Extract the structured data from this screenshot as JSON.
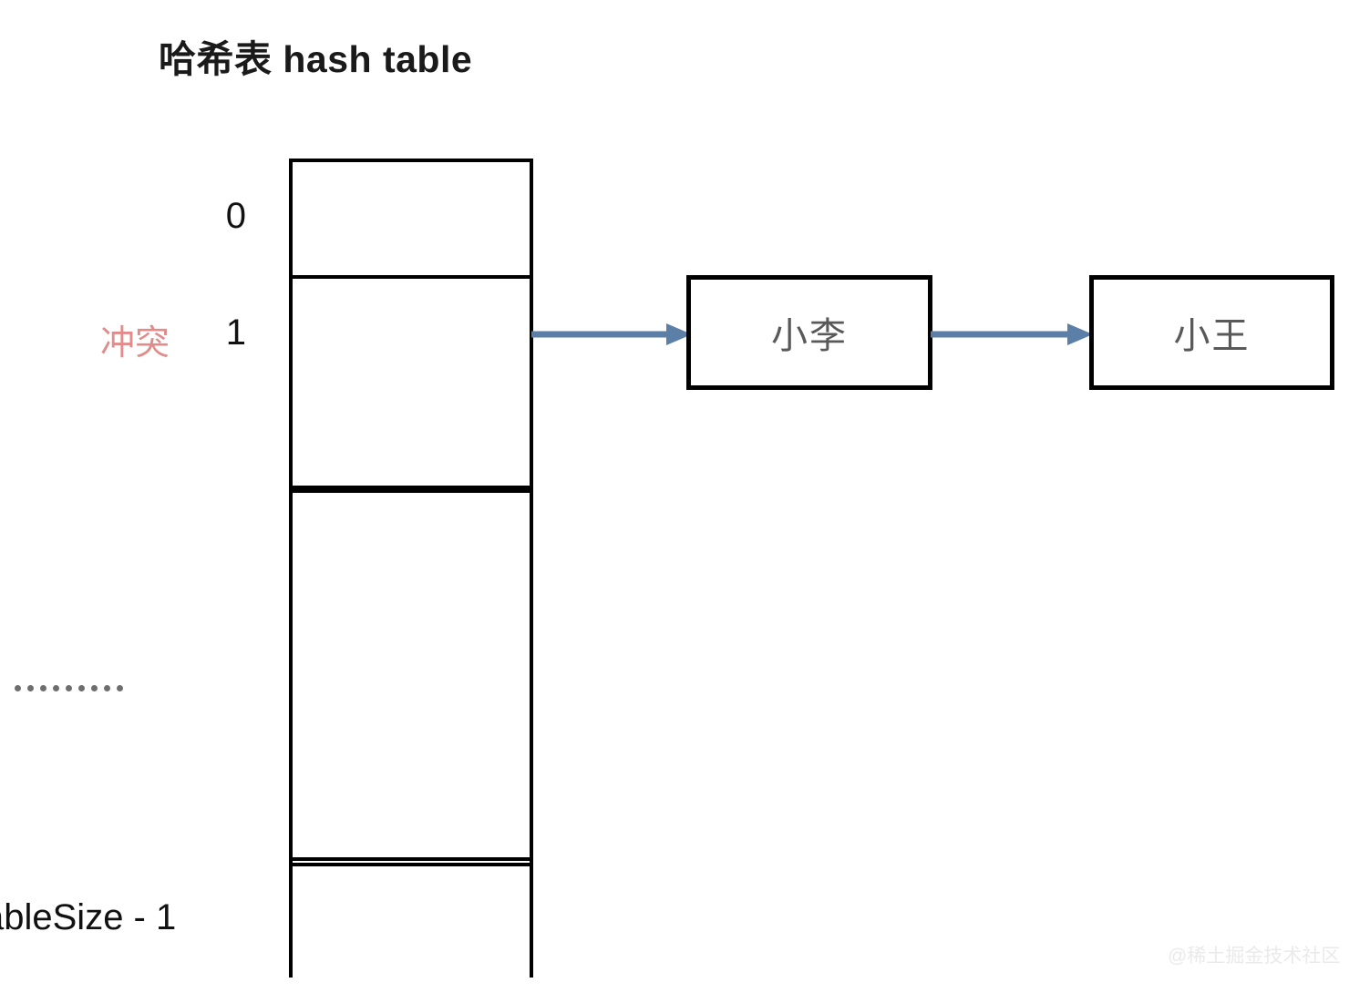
{
  "diagram": {
    "title": "哈希表 hash table",
    "background_color": "#ffffff",
    "border_color": "#000000",
    "arrow_color": "#5b7fa6",
    "collision_color": "#e28b8b",
    "node_text_color": "#595959",
    "dots_color": "#6e6e6e"
  },
  "table": {
    "name": "hash-table",
    "index_labels": {
      "first": "0",
      "second": "1",
      "last": "ableSize - 1"
    },
    "annotation": {
      "collision_label": "冲突"
    },
    "ellipsis": {
      "glyph": "·",
      "dot_count": 9
    },
    "slots": [
      {
        "index": "0",
        "occupied": false
      },
      {
        "index": "1",
        "occupied": true
      },
      {
        "index": "",
        "occupied": false
      },
      {
        "index": "",
        "occupied": false
      },
      {
        "index": "ableSize - 1",
        "occupied": false
      }
    ]
  },
  "chain": {
    "nodes": [
      {
        "label": "小李"
      },
      {
        "label": "小王"
      }
    ],
    "arrows": [
      {
        "from": "slot-1",
        "to": "node-1",
        "icon": "arrow-right-icon"
      },
      {
        "from": "node-1",
        "to": "node-2",
        "icon": "arrow-right-icon"
      }
    ]
  },
  "watermark": {
    "text": "@稀土掘金技术社区"
  }
}
